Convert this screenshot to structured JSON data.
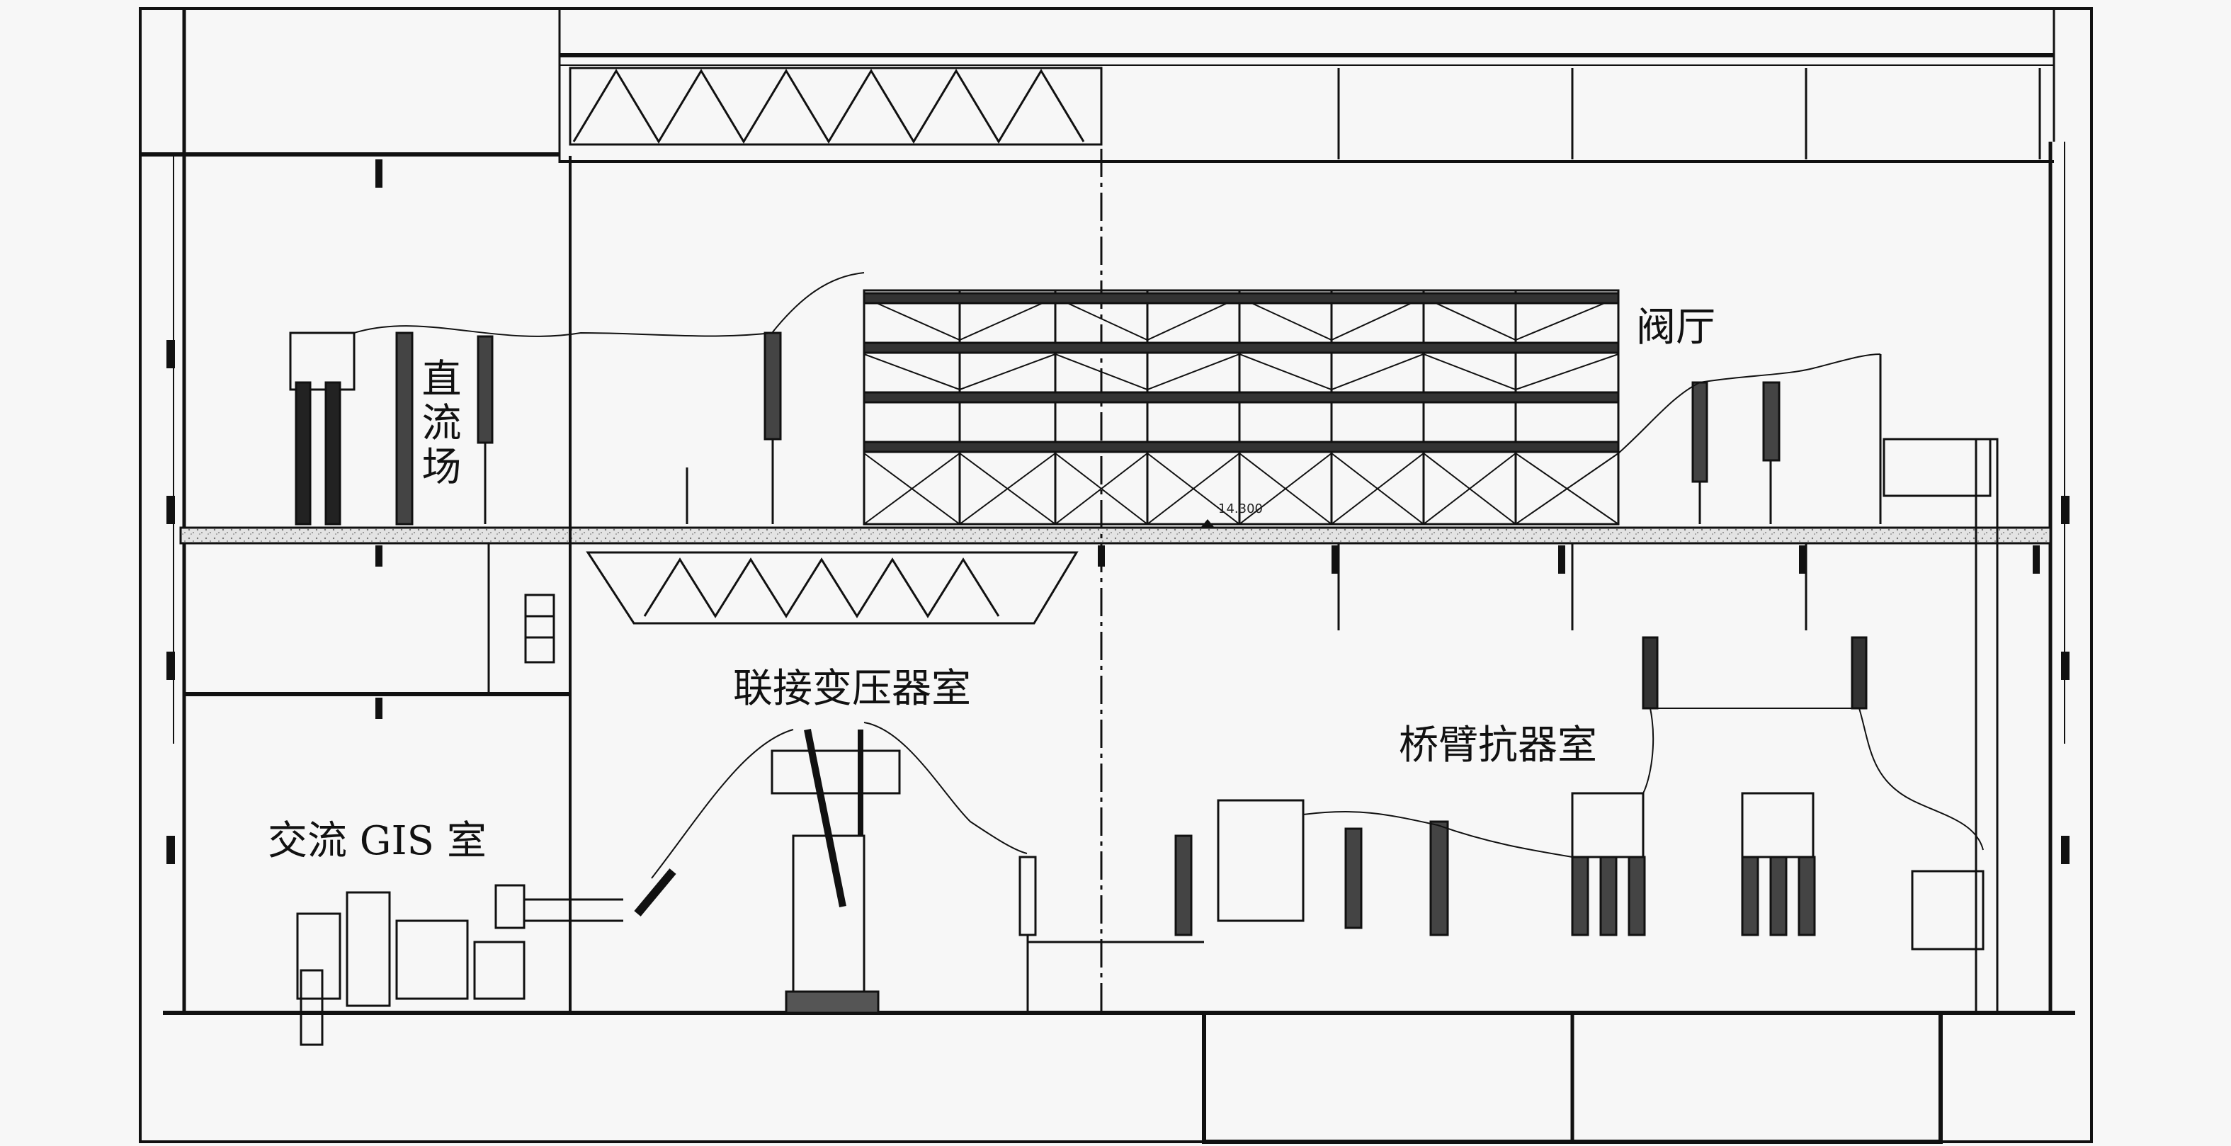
{
  "labels": {
    "dc_yard": "直流场",
    "valve_hall": "阀厅",
    "link_transformer_room": "联接变压器室",
    "ac_gis_room": "交流 GIS 室",
    "bridge_arm_reactor_room": "桥臂抗器室",
    "elevation": "14.300"
  },
  "colors": {
    "line": "#111111",
    "paper": "#f7f7f7",
    "floor_fill": "#d9d9d9"
  }
}
